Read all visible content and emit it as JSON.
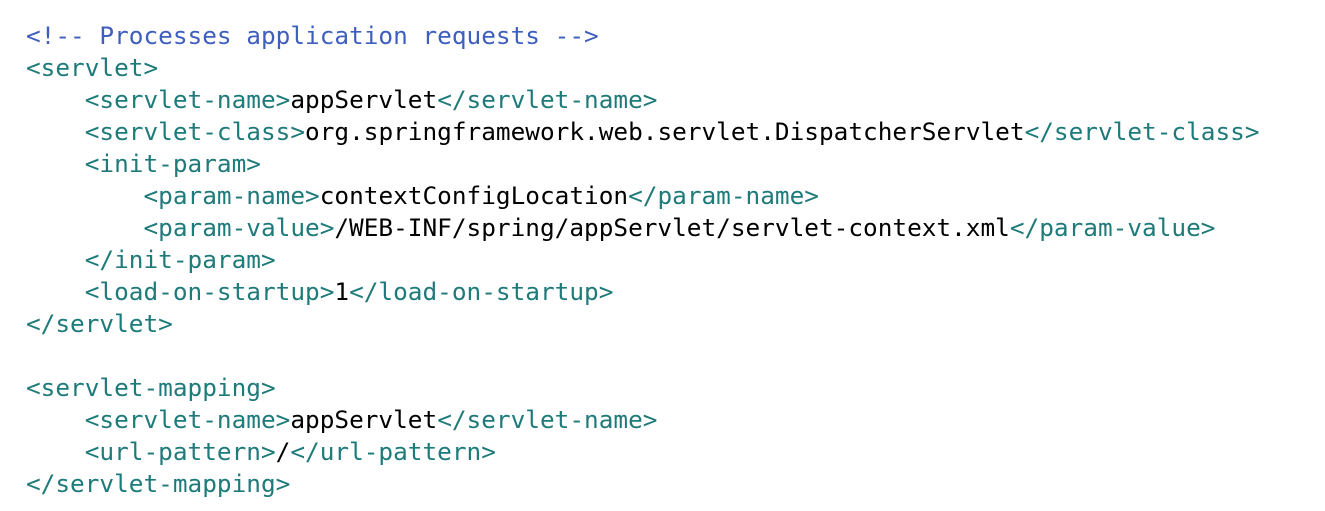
{
  "colors": {
    "comment": "#3f5fbf",
    "tag": "#1f7a7a",
    "text": "#000000",
    "background": "#ffffff"
  },
  "code": {
    "lines": [
      [
        {
          "type": "comment",
          "text": "<!-- Processes application requests -->"
        }
      ],
      [
        {
          "type": "tag",
          "text": "<servlet>"
        }
      ],
      [
        {
          "type": "tag",
          "text": "    <servlet-name>"
        },
        {
          "type": "text",
          "text": "appServlet"
        },
        {
          "type": "tag",
          "text": "</servlet-name>"
        }
      ],
      [
        {
          "type": "tag",
          "text": "    <servlet-class>"
        },
        {
          "type": "text",
          "text": "org.springframework.web.servlet.DispatcherServlet"
        },
        {
          "type": "tag",
          "text": "</servlet-class>"
        }
      ],
      [
        {
          "type": "tag",
          "text": "    <init-param>"
        }
      ],
      [
        {
          "type": "tag",
          "text": "        <param-name>"
        },
        {
          "type": "text",
          "text": "contextConfigLocation"
        },
        {
          "type": "tag",
          "text": "</param-name>"
        }
      ],
      [
        {
          "type": "tag",
          "text": "        <param-value>"
        },
        {
          "type": "text",
          "text": "/WEB-INF/spring/appServlet/servlet-context.xml"
        },
        {
          "type": "tag",
          "text": "</param-value>"
        }
      ],
      [
        {
          "type": "tag",
          "text": "    </init-param>"
        }
      ],
      [
        {
          "type": "tag",
          "text": "    <load-on-startup>"
        },
        {
          "type": "text",
          "text": "1"
        },
        {
          "type": "tag",
          "text": "</load-on-startup>"
        }
      ],
      [
        {
          "type": "tag",
          "text": "</servlet>"
        }
      ],
      [],
      [
        {
          "type": "tag",
          "text": "<servlet-mapping>"
        }
      ],
      [
        {
          "type": "tag",
          "text": "    <servlet-name>"
        },
        {
          "type": "text",
          "text": "appServlet"
        },
        {
          "type": "tag",
          "text": "</servlet-name>"
        }
      ],
      [
        {
          "type": "tag",
          "text": "    <url-pattern>"
        },
        {
          "type": "text",
          "text": "/"
        },
        {
          "type": "tag",
          "text": "</url-pattern>"
        }
      ],
      [
        {
          "type": "tag",
          "text": "</servlet-mapping>"
        }
      ]
    ]
  }
}
